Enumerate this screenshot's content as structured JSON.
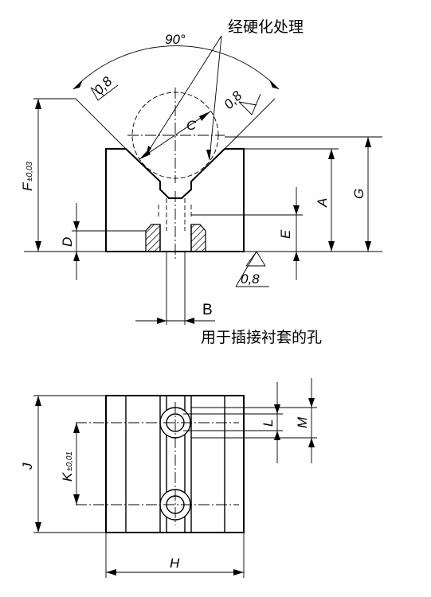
{
  "annotations": {
    "hardening_label": "经硬化处理",
    "insert_hole_label": "用于插接衬套的孔",
    "angle": "90°"
  },
  "roughness": {
    "left_flank": "0,8",
    "right_flank": "0,8",
    "base": "0,8"
  },
  "dimensions": {
    "A": "A",
    "B": "B",
    "C": "C",
    "D": "D",
    "E": "E",
    "F": "F",
    "F_tol": "±0,03",
    "G": "G",
    "H": "H",
    "J": "J",
    "K": "K",
    "K_tol": "±0,01",
    "L": "L",
    "M": "M"
  }
}
